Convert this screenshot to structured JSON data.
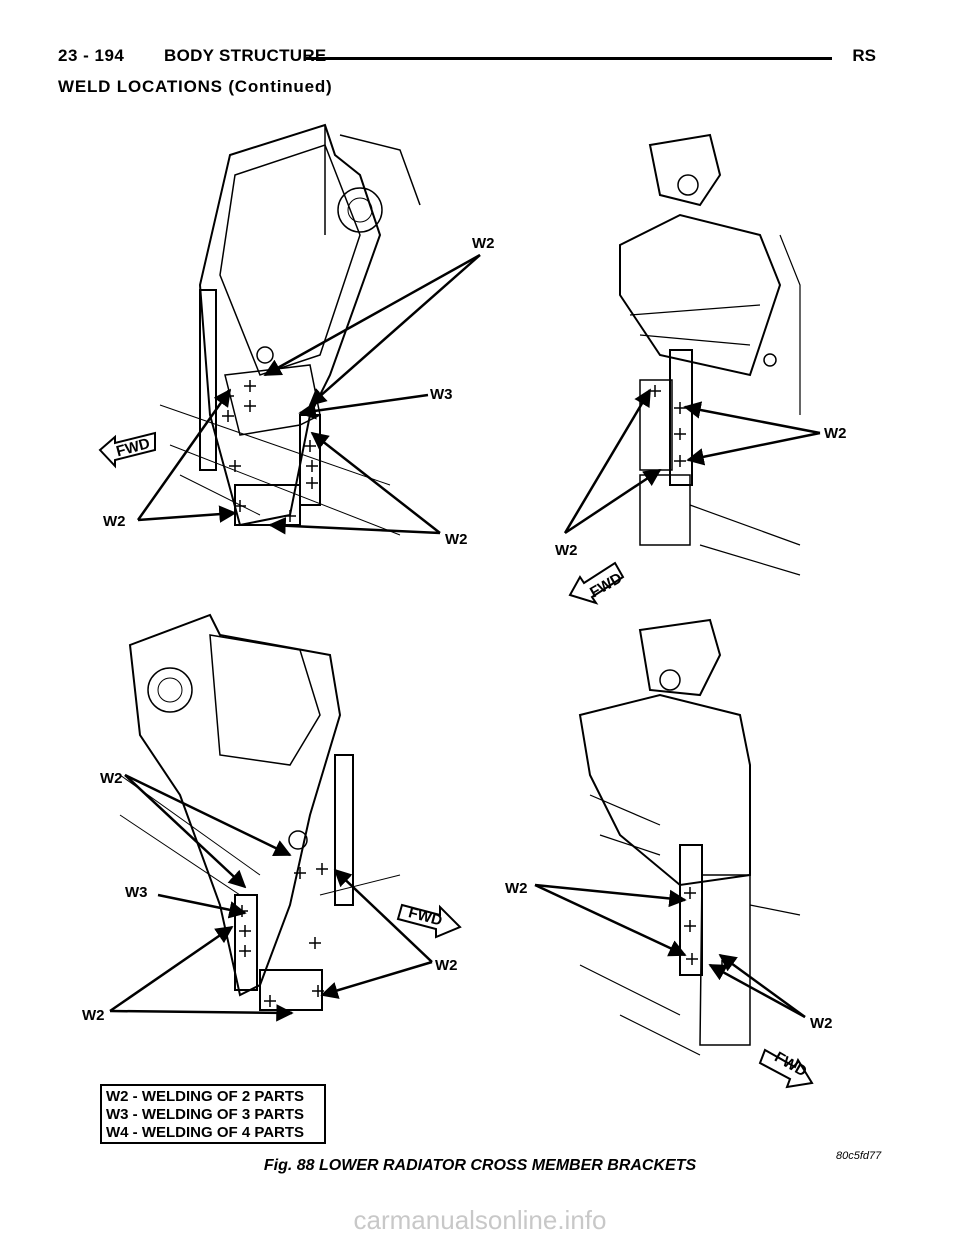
{
  "header": {
    "page_number": "23 - 194",
    "section_title": "BODY STRUCTURE",
    "vehicle_code": "RS"
  },
  "subheading": "WELD LOCATIONS (Continued)",
  "figure": {
    "labels": {
      "w2": "W2",
      "w3": "W3",
      "fwd": "FWD"
    },
    "legend": [
      "W2 - WELDING OF 2 PARTS",
      "W3 - WELDING OF 3 PARTS",
      "W4 - WELDING OF 4 PARTS"
    ],
    "figure_id": "80c5fd77",
    "caption": "Fig. 88 LOWER RADIATOR CROSS MEMBER BRACKETS"
  },
  "watermark": "carmanualsonline.info"
}
